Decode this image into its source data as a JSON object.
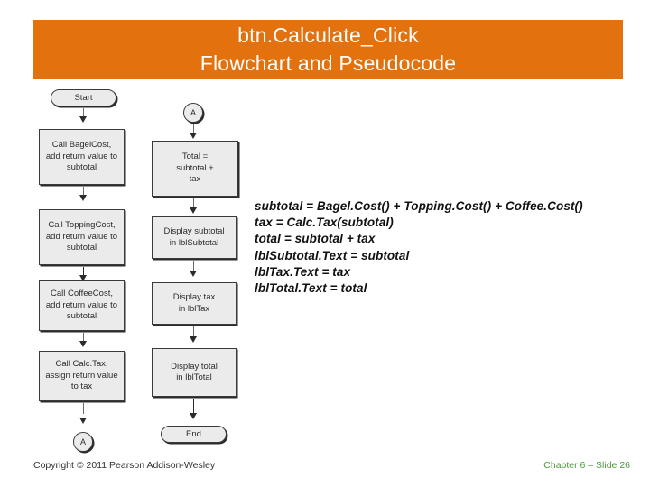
{
  "slide": {
    "title_line1": "btn.Calculate_Click",
    "title_line2": "Flowchart and Pseudocode",
    "banner_color": "#E2710E",
    "title_color": "#FFFFFF"
  },
  "flowchart": {
    "left_column": [
      {
        "id": "start",
        "shape": "terminal",
        "label": "Start"
      },
      {
        "id": "bagel",
        "shape": "process",
        "label": "Call BagelCost,\nadd return value to\nsubtotal"
      },
      {
        "id": "topping",
        "shape": "process",
        "label": "Call ToppingCost,\nadd return value to\nsubtotal"
      },
      {
        "id": "coffee",
        "shape": "process",
        "label": "Call CoffeeCost,\nadd return value to\nsubtotal"
      },
      {
        "id": "calctax",
        "shape": "process",
        "label": "Call Calc.Tax,\nassign return value\nto tax"
      },
      {
        "id": "connector-a-out",
        "shape": "connector",
        "label": "A"
      }
    ],
    "right_column": [
      {
        "id": "connector-a-in",
        "shape": "connector",
        "label": "A"
      },
      {
        "id": "total",
        "shape": "process",
        "label": "Total =\nsubtotal +\ntax"
      },
      {
        "id": "display-subtotal",
        "shape": "process",
        "label": "Display subtotal\nin lblSubtotal"
      },
      {
        "id": "display-tax",
        "shape": "process",
        "label": "Display tax\nin lblTax"
      },
      {
        "id": "display-total",
        "shape": "process",
        "label": "Display total\nin lblTotal"
      },
      {
        "id": "end",
        "shape": "terminal",
        "label": "End"
      }
    ]
  },
  "pseudocode": {
    "lines": [
      "subtotal = Bagel.Cost() + Topping.Cost() + Coffee.Cost()",
      "tax = Calc.Tax(subtotal)",
      "total = subtotal + tax",
      "lblSubtotal.Text = subtotal",
      "lblTax.Text = tax",
      "lblTotal.Text = total"
    ]
  },
  "footer": {
    "copyright": "Copyright © 2011 Pearson Addison-Wesley",
    "slide_ref": "Chapter 6 – Slide 26",
    "slide_ref_color": "#4E9A3E"
  }
}
